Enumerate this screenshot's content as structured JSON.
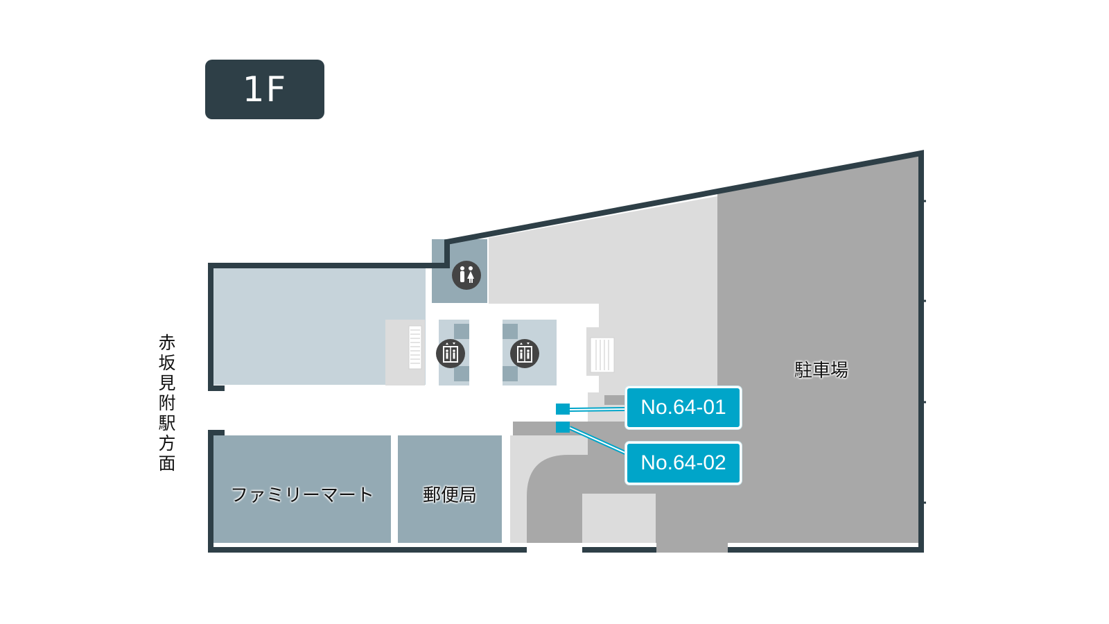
{
  "floor": {
    "label": "1F"
  },
  "direction_label": "赤坂見附駅 方面",
  "rooms": {
    "familymart": "ファミリーマート",
    "post_office": "郵便局",
    "parking": "駐車場"
  },
  "markers": [
    {
      "id": "No.64-01",
      "label": "No.64-01"
    },
    {
      "id": "No.64-02",
      "label": "No.64-02"
    }
  ],
  "icons": {
    "restroom": "restroom-icon",
    "elevator": "elevator-icon"
  },
  "colors": {
    "wall": "#2e3f47",
    "badge_bg": "#2e3f47",
    "tenant_blue": "#94aab4",
    "light_blue": "#c6d3da",
    "parking_gray": "#a8a8a8",
    "light_gray": "#dcdcdc",
    "marker_cyan": "#00a5c9"
  }
}
